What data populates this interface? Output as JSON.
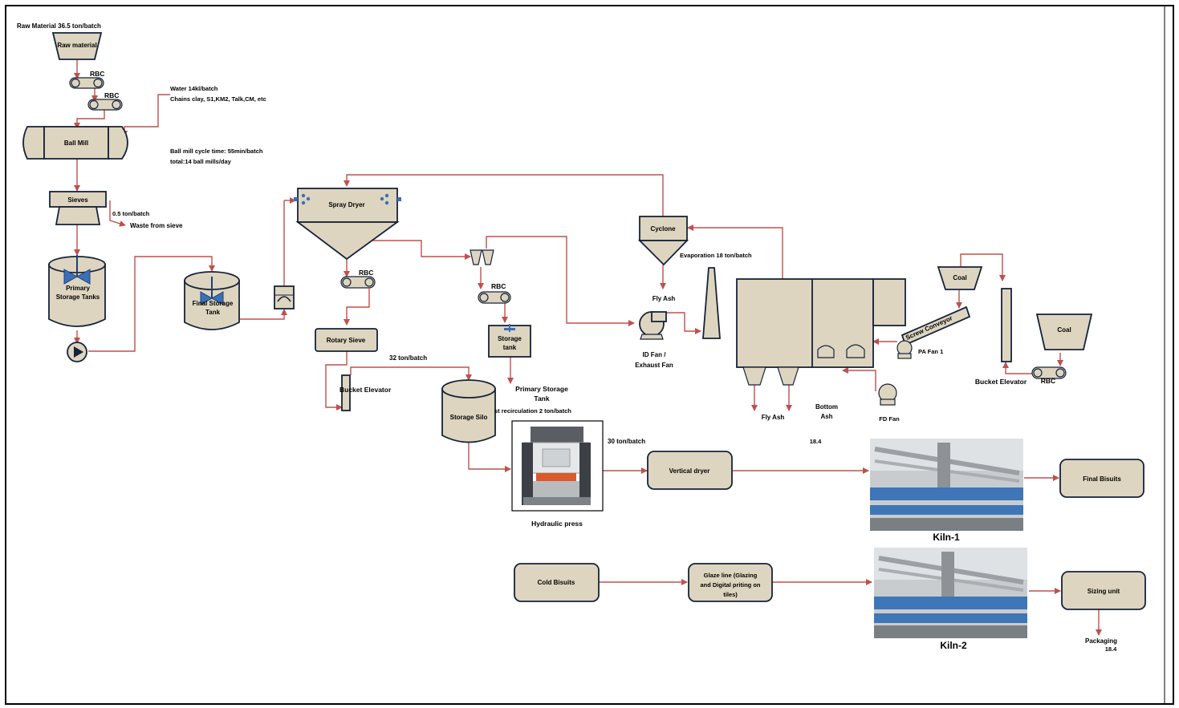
{
  "labels": {
    "raw_material_header": "Raw Material 36.5 ton/batch",
    "raw_material": "Raw material",
    "rbc_1": "RBC",
    "rbc_2": "RBC",
    "water": "Water 14kl/batch",
    "chains_clay": "Chains clay, S1,KM2, Talk,CM, etc",
    "ball_mill": "Ball Mill",
    "ball_mill_cycle": "Ball mill cycle time: 55min/batch",
    "ball_mill_total": "total:14 ball mills/day",
    "sieves": "Sieves",
    "sieve_waste_qty": "0.5 ton/batch",
    "sieve_waste": "Waste from sieve",
    "primary_storage_1": "Primary",
    "primary_storage_2": "Storage Tanks",
    "final_storage_1": "Final Storage",
    "final_storage_2": "Tank",
    "spray_dryer": "Spray Dryer",
    "rbc_3": "RBC",
    "rotary_sieve": "Rotary Sieve",
    "qty_32": "32 ton/batch",
    "bucket_elevator_1": "Bucket Elevator",
    "storage_silo": "Storage Silo",
    "rbc_4": "RBC",
    "storage_tank_1": "Storage",
    "storage_tank_2": "tank",
    "primary_storage_tank_1": "Primary Storage",
    "primary_storage_tank_2": "Tank",
    "recirculation": "st recirculation 2 ton/batch",
    "cyclone": "Cyclone",
    "evaporation": "Evaporation 18 ton/batch",
    "fly_ash_1": "Fly Ash",
    "id_fan_1": "ID Fan /",
    "id_fan_2": "Exhaust Fan",
    "screw_conveyor": "Screw Conveyor",
    "pa_fan": "PA Fan 1",
    "coal_1": "Coal",
    "coal_2": "Coal",
    "bucket_elevator_2": "Bucket Elevator",
    "rbc_5": "RBC",
    "fly_ash_2": "Fly Ash",
    "bottom_ash_1": "Bottom",
    "bottom_ash_2": "Ash",
    "fd_fan": "FD Fan",
    "value_18_4_a": "18.4",
    "qty_30": "30 ton/batch",
    "hydraulic_press": "Hydraulic press",
    "vertical_dryer": "Vertical dryer",
    "kiln_1": "Kiln-1",
    "final_bisuits": "Final Bisuits",
    "cold_bisuits": "Cold  Bisuits",
    "glaze_1": "Glaze line (Glazing",
    "glaze_2": "and Digital priting on",
    "glaze_3": "tiles)",
    "kiln_2": "Kiln-2",
    "sizing_unit": "Sizing unit",
    "packaging": "Packaging",
    "value_18_4_b": "18.4"
  },
  "colors": {
    "equipment_fill": "#ddd5bf",
    "equipment_stroke": "#16223a",
    "flow_line": "#c0504d",
    "valve_blue": "#3b6fb6"
  }
}
